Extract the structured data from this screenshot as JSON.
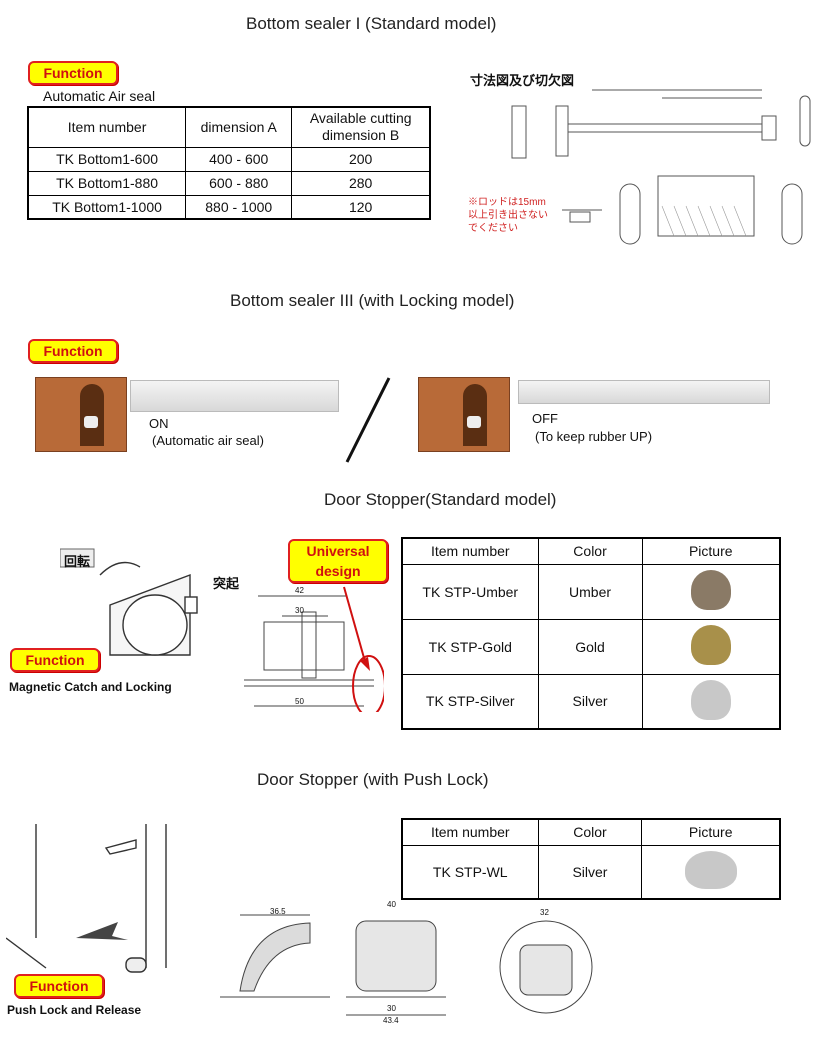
{
  "sections": {
    "sealer1_title": "Bottom sealer I (Standard model)",
    "sealer3_title": "Bottom sealer III (with Locking model)",
    "stopper_std_title": "Door Stopper(Standard model)",
    "stopper_push_title": "Door Stopper (with Push Lock)"
  },
  "function_badge": "Function",
  "universal_badge": "Universal\ndesign",
  "sealer1": {
    "subtitle": "Automatic Air seal",
    "headers": [
      "Item number",
      "dimension A",
      "Available cutting dimension B"
    ],
    "rows": [
      [
        "TK Bottom1-600",
        "400 - 600",
        "200"
      ],
      [
        "TK Bottom1-880",
        "600 - 880",
        "280"
      ],
      [
        "TK Bottom1-1000",
        "880 - 1000",
        "120"
      ]
    ],
    "drawing_title": "寸法図及び切欠図",
    "drawing_note": "※ロッドは15mm以上引き出さないでください"
  },
  "sealer3": {
    "on_label": "ON",
    "on_desc": "(Automatic air seal)",
    "off_label": "OFF",
    "off_desc": "(To keep rubber UP)"
  },
  "stopper_std": {
    "caption": "Magnetic Catch and Locking",
    "jp_rotate": "回転",
    "jp_bump": "突起",
    "headers": [
      "Item number",
      "Color",
      "Picture"
    ],
    "rows": [
      [
        "TK STP-Umber",
        "Umber"
      ],
      [
        "TK STP-Gold",
        "Gold"
      ],
      [
        "TK STP-Silver",
        "Silver"
      ]
    ],
    "dim_top": "42",
    "dim_mid": "30",
    "dim_bottom": "50"
  },
  "stopper_push": {
    "caption": "Push Lock and Release",
    "headers": [
      "Item number",
      "Color",
      "Picture"
    ],
    "rows": [
      [
        "TK STP-WL",
        "Silver"
      ]
    ],
    "dims": [
      "36.5",
      "40",
      "32",
      "30",
      "43.4"
    ]
  },
  "colors": {
    "badge_bg": "#ffff00",
    "badge_border": "#e02020",
    "umber": "#8a7a66",
    "gold": "#a8904a",
    "silver": "#c8c8c8"
  }
}
